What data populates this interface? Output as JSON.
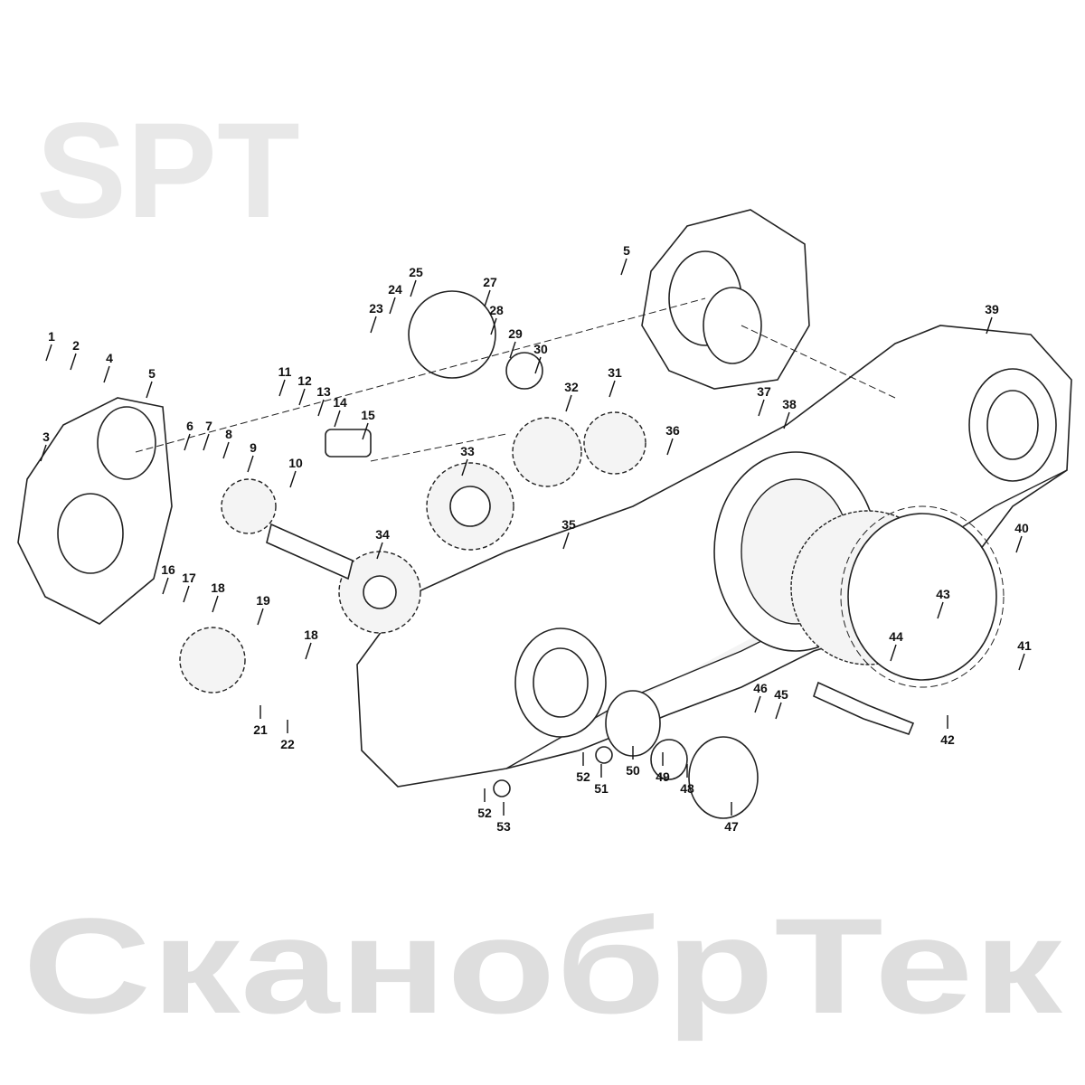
{
  "diagram": {
    "watermark_brand": "СканобрТек",
    "watermark_logo": "SPT",
    "callouts": [
      "1",
      "2",
      "3",
      "4",
      "5",
      "6",
      "7",
      "8",
      "9",
      "10",
      "11",
      "12",
      "13",
      "14",
      "15",
      "16",
      "17",
      "18",
      "19",
      "18",
      "21",
      "22",
      "23",
      "24",
      "25",
      "27",
      "28",
      "29",
      "30",
      "31",
      "32",
      "33",
      "34",
      "35",
      "36",
      "5",
      "39",
      "37",
      "38",
      "40",
      "43",
      "41",
      "44",
      "46",
      "45",
      "42",
      "47",
      "48",
      "49",
      "50",
      "51",
      "52",
      "52",
      "53"
    ]
  }
}
